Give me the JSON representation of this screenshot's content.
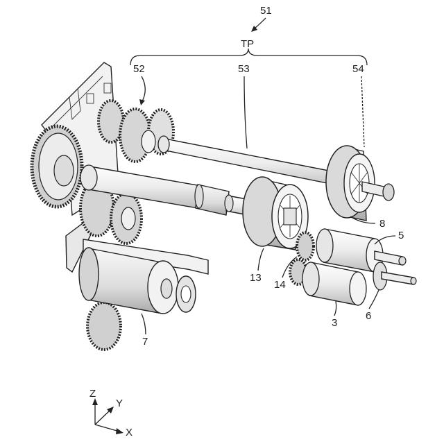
{
  "figure": {
    "assembly_number": "51",
    "group_label": "TP",
    "labels": {
      "drive_unit": "52",
      "shaft": "53",
      "rear_roller": "54",
      "roller_8": "8",
      "roller_5": "5",
      "roller_13": "13",
      "part_14": "14",
      "roller_3": "3",
      "roller_6": "6",
      "motor_7": "7"
    },
    "axes": {
      "z": "Z",
      "y": "Y",
      "x": "X"
    }
  },
  "colors": {
    "ink": "#222222",
    "fill_light": "#ffffff",
    "fill_mid": "#e6e6e6",
    "fill_dark": "#c4c4c4"
  }
}
